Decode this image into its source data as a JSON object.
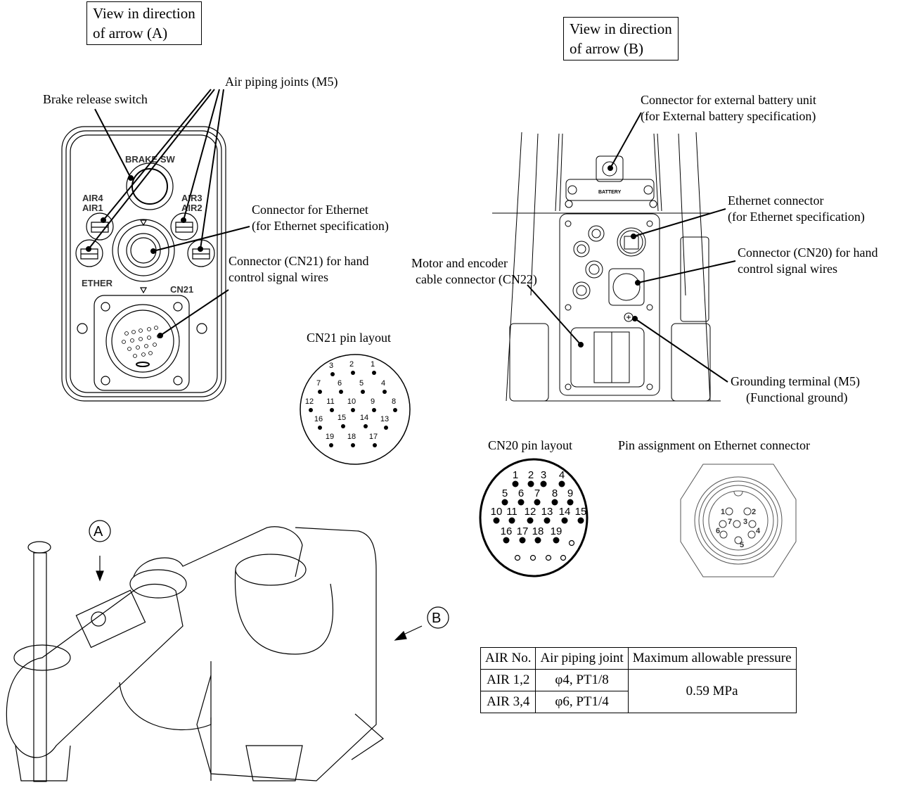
{
  "view_a": {
    "title_line1": "View in direction",
    "title_line2": "of arrow (A)",
    "callouts": {
      "brake_release": "Brake release switch",
      "air_joints": "Air piping joints (M5)",
      "ethernet_line1": "Connector for Ethernet",
      "ethernet_line2": "(for Ethernet specification)",
      "cn21_line1": "Connector (CN21) for hand",
      "cn21_line2": "control signal wires"
    },
    "panel_labels": {
      "brake": "BRAKE SW",
      "air_left_1": "AIR4",
      "air_left_2": "AIR1",
      "air_right_1": "AIR3",
      "air_right_2": "AIR2",
      "ether": "ETHER",
      "cn21": "CN21"
    }
  },
  "view_b": {
    "title_line1": "View in direction",
    "title_line2": "of arrow (B)",
    "callouts": {
      "battery_line1": "Connector for external battery unit",
      "battery_line2": "(for External battery specification)",
      "ethernet_line1": "Ethernet connector",
      "ethernet_line2": "(for Ethernet specification)",
      "cn20_line1": "Connector (CN20) for hand",
      "cn20_line2": "control signal wires",
      "cn22_line1": "Motor and encoder",
      "cn22_line2": "cable connector (CN22)",
      "ground_line1": "Grounding terminal (M5)",
      "ground_line2": "(Functional ground)"
    },
    "panel_labels": {
      "battery": "BATTERY"
    }
  },
  "cn21_layout": {
    "title": "CN21 pin layout",
    "pins": [
      "1",
      "2",
      "3",
      "4",
      "5",
      "6",
      "7",
      "8",
      "9",
      "10",
      "11",
      "12",
      "13",
      "14",
      "15",
      "16",
      "17",
      "18",
      "19"
    ]
  },
  "cn20_layout": {
    "title": "CN20 pin layout",
    "pins": [
      "1",
      "2",
      "3",
      "4",
      "5",
      "6",
      "7",
      "8",
      "9",
      "10",
      "11",
      "12",
      "13",
      "14",
      "15",
      "16",
      "17",
      "18",
      "19"
    ]
  },
  "ethernet_pins": {
    "title": "Pin assignment on Ethernet connector",
    "pins": [
      "1",
      "2",
      "3",
      "4",
      "5",
      "6",
      "7"
    ]
  },
  "robot": {
    "arrow_a": "A",
    "arrow_b": "B"
  },
  "air_table": {
    "headers": [
      "AIR No.",
      "Air piping joint",
      "Maximum allowable pressure"
    ],
    "rows": [
      {
        "air_no": "AIR 1,2",
        "joint": "φ4, PT1/8"
      },
      {
        "air_no": "AIR 3,4",
        "joint": "φ6, PT1/4"
      }
    ],
    "pressure": "0.59 MPa"
  }
}
